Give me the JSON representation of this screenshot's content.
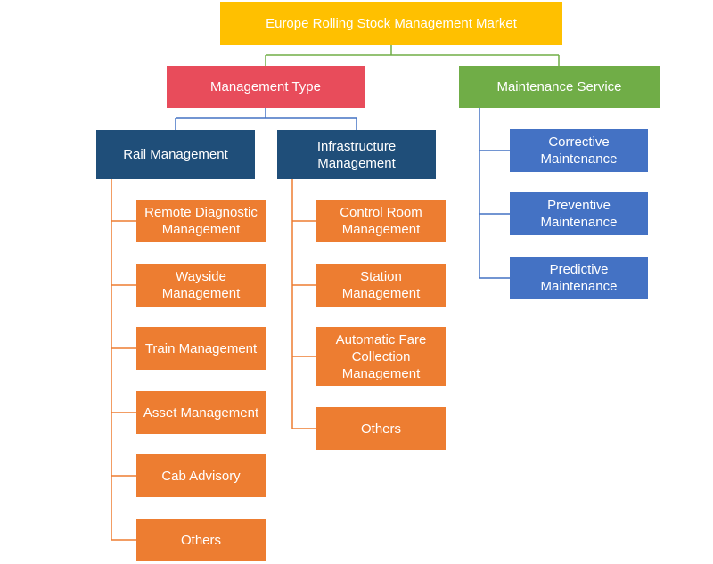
{
  "root": {
    "label": "Europe Rolling Stock Management Market",
    "color": "#FFC000"
  },
  "branches": {
    "management_type": {
      "label": "Management Type",
      "color": "#E84C5B"
    },
    "maintenance_service": {
      "label": "Maintenance Service",
      "color": "#70AD47",
      "items": [
        "Corrective Maintenance",
        "Preventive Maintenance",
        "Predictive Maintenance"
      ],
      "item_color": "#4472C4"
    }
  },
  "sub_branches": {
    "rail_management": {
      "label": "Rail Management",
      "color": "#1F4E79",
      "items": [
        "Remote Diagnostic Management",
        "Wayside Management",
        "Train Management",
        "Asset Management",
        "Cab Advisory",
        "Others"
      ]
    },
    "infrastructure_management": {
      "label": "Infrastructure Management",
      "color": "#1F4E79",
      "items": [
        "Control Room Management",
        "Station Management",
        "Automatic Fare Collection Management",
        "Others"
      ]
    }
  },
  "leaf_color": "#ED7D31",
  "connector_colors": {
    "root": "#70AD47",
    "management_type": "#4472C4",
    "rail": "#ED7D31",
    "infra": "#ED7D31",
    "maintenance": "#4472C4"
  }
}
